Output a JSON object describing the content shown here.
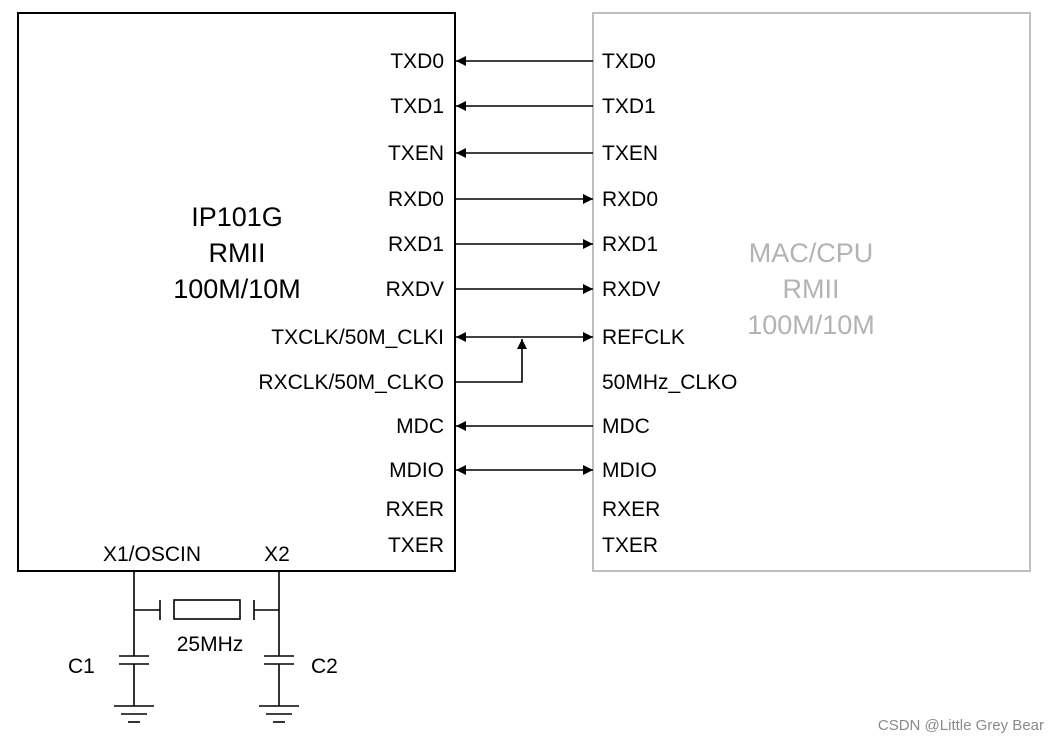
{
  "left_chip": {
    "name": "IP101G",
    "interface": "RMII",
    "speed": "100M/10M",
    "pins": [
      "TXD0",
      "TXD1",
      "TXEN",
      "RXD0",
      "RXD1",
      "RXDV",
      "TXCLK/50M_CLKI",
      "RXCLK/50M_CLKO",
      "MDC",
      "MDIO",
      "RXER",
      "TXER"
    ],
    "bottom_pins": [
      "X1/OSCIN",
      "X2"
    ]
  },
  "right_chip": {
    "name": "MAC/CPU",
    "interface": "RMII",
    "speed": "100M/10M",
    "pins": [
      "TXD0",
      "TXD1",
      "TXEN",
      "RXD0",
      "RXD1",
      "RXDV",
      "REFCLK",
      "50MHz_CLKO",
      "MDC",
      "MDIO",
      "RXER",
      "TXER"
    ]
  },
  "crystal": {
    "freq": "25MHz",
    "c1": "C1",
    "c2": "C2"
  },
  "connections": [
    {
      "from": "TXD0",
      "to": "TXD0",
      "dir": "left"
    },
    {
      "from": "TXD1",
      "to": "TXD1",
      "dir": "left"
    },
    {
      "from": "TXEN",
      "to": "TXEN",
      "dir": "left"
    },
    {
      "from": "RXD0",
      "to": "RXD0",
      "dir": "right"
    },
    {
      "from": "RXD1",
      "to": "RXD1",
      "dir": "right"
    },
    {
      "from": "RXDV",
      "to": "RXDV",
      "dir": "right"
    },
    {
      "from": "TXCLK/50M_CLKI",
      "to": "REFCLK",
      "dir": "both"
    },
    {
      "from": "RXCLK/50M_CLKO",
      "to": "REFCLK",
      "dir": "up"
    },
    {
      "from": "MDC",
      "to": "MDC",
      "dir": "left"
    },
    {
      "from": "MDIO",
      "to": "MDIO",
      "dir": "both"
    }
  ],
  "watermark": "CSDN @Little Grey Bear",
  "colors": {
    "line": "#000000",
    "mac_box": "#bfbfbf",
    "mac_text": "#b3b3b3"
  }
}
